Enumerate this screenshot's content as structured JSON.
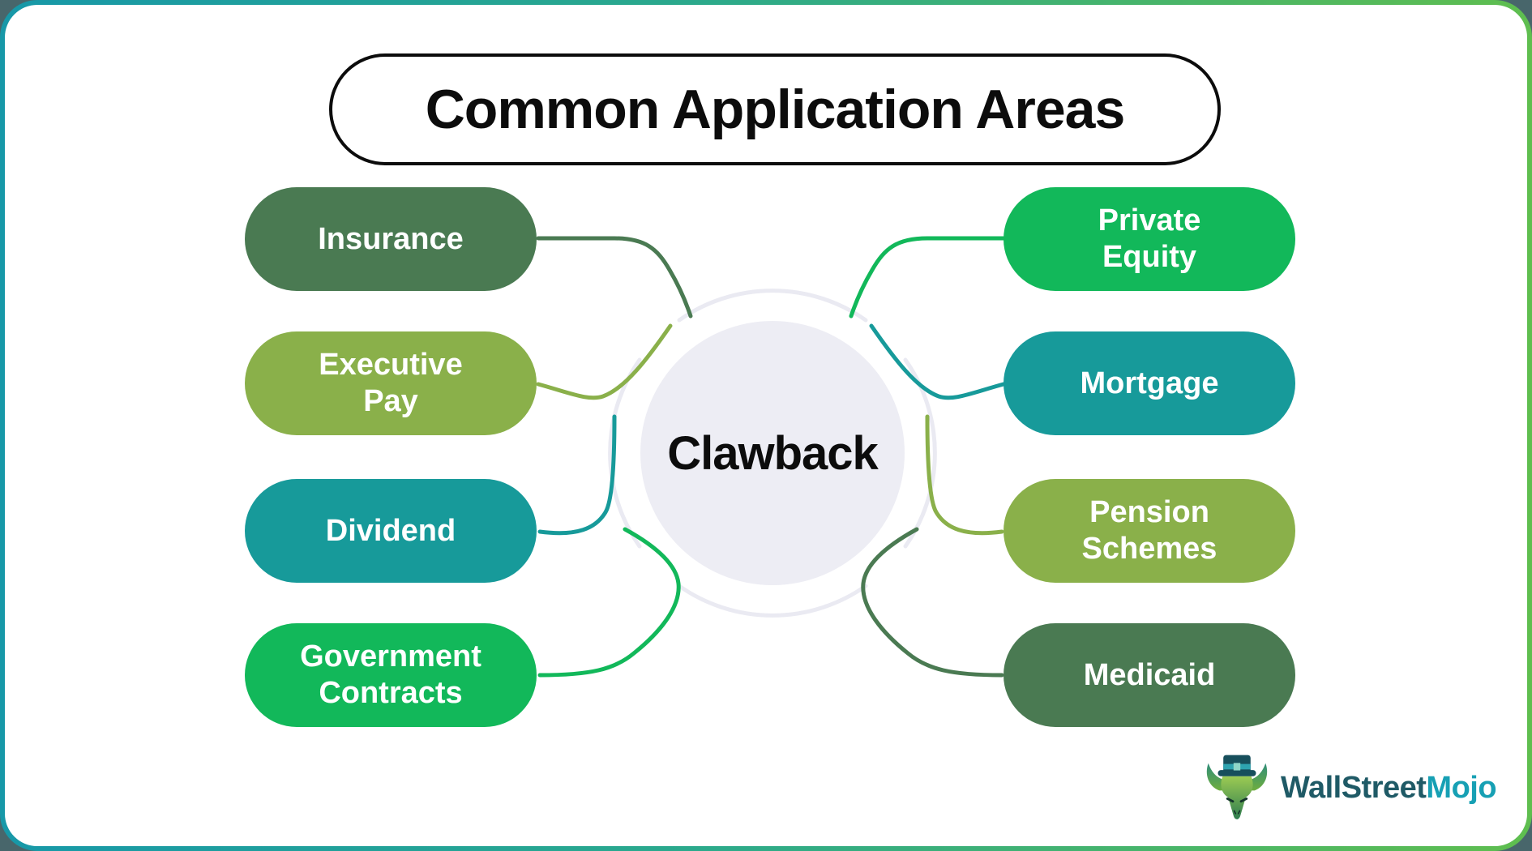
{
  "title": "Common Application Areas",
  "center_label": "Clawback",
  "left_items": [
    {
      "label": "Insurance",
      "color": "#4A7A52"
    },
    {
      "label": "Executive Pay",
      "color": "#8AB04A"
    },
    {
      "label": "Dividend",
      "color": "#179A9A"
    },
    {
      "label": "Government Contracts",
      "color": "#12B85A"
    }
  ],
  "right_items": [
    {
      "label": "Private Equity",
      "color": "#12B85A"
    },
    {
      "label": "Mortgage",
      "color": "#179A9A"
    },
    {
      "label": "Pension Schemes",
      "color": "#8AB04A"
    },
    {
      "label": "Medicaid",
      "color": "#4A7A52"
    }
  ],
  "logo": {
    "text_primary": "WallStreet",
    "text_secondary": "Mojo",
    "color_primary": "#1F5A66",
    "color_secondary": "#17A0B4"
  },
  "colors": {
    "border_gradient_start": "#1798A8",
    "border_gradient_end": "#5FBE4F",
    "center_circle_fill": "#EDEDF4",
    "ring_stroke": "#EAEAF2",
    "title_text": "#0c0c0c",
    "pill_text": "#FFFFFF"
  }
}
